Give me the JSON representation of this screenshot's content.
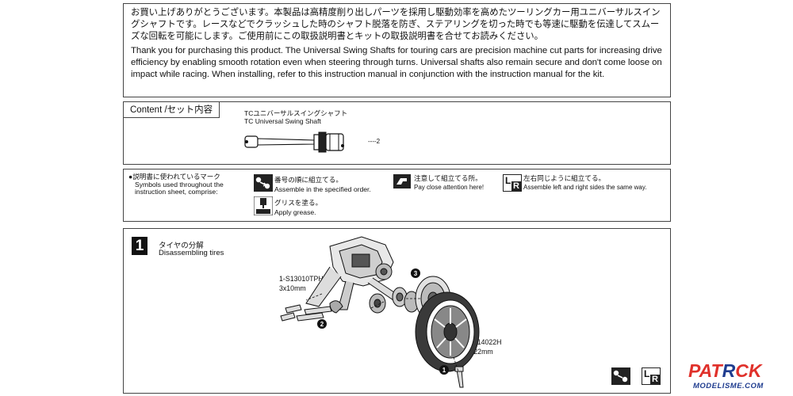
{
  "intro": {
    "jp": "お買い上げありがとうございます。本製品は高精度削り出しパーツを採用し駆動効率を高めたツーリングカー用ユニバーサルスイングシャフトです。レースなどでクラッシュした時のシャフト脱落を防ぎ、ステアリングを切った時でも等速に駆動を伝達してスムーズな回転を可能にします。ご使用前にこの取扱説明書とキットの取扱説明書を合せてお読みください。",
    "en": "Thank you for purchasing this product. The Universal Swing Shafts for touring cars are precision machine cut parts for increasing drive efficiency by enabling smooth rotation even when steering through turns. Universal shafts also remain secure and don't come loose on impact while racing. When installing, refer to this instruction manual in conjunction with the instruction manual for the kit."
  },
  "content": {
    "title": "Content /セット内容",
    "part_jp": "TCユニバーサルスイングシャフト",
    "part_en": "TC Universal Swing Shaft",
    "qty": "----2"
  },
  "symbols": {
    "heading_jp": "●説明書に使われているマーク",
    "heading_en1": "Symbols used throughout the",
    "heading_en2": "instruction sheet, comprise:",
    "order_jp": "番号の順に組立てる。",
    "order_en": "Assemble in the specified order.",
    "attention_jp": "注意して組立てる所。",
    "attention_en": "Pay close attention here!",
    "lr_jp": "左右同じように組立てる。",
    "lr_en": "Assemble left and right sides the same way.",
    "grease_jp": "グリスを塗る。",
    "grease_en": "Apply grease.",
    "lr_icon_l": "L",
    "lr_icon_r": "R"
  },
  "step1": {
    "number": "1",
    "title_jp": "タイヤの分解",
    "title_en": "Disassembling tires",
    "screw_code": "1-S13010TPH",
    "screw_size": "3x10mm",
    "bolt_code": "1-S14022H",
    "bolt_size": "4x22mm",
    "callout_1": "1",
    "callout_2": "2",
    "callout_3": "3"
  },
  "watermark": {
    "logo_a": "PAT",
    "logo_b": "R",
    "logo_c": "CK",
    "site": "MODELISME.COM"
  }
}
